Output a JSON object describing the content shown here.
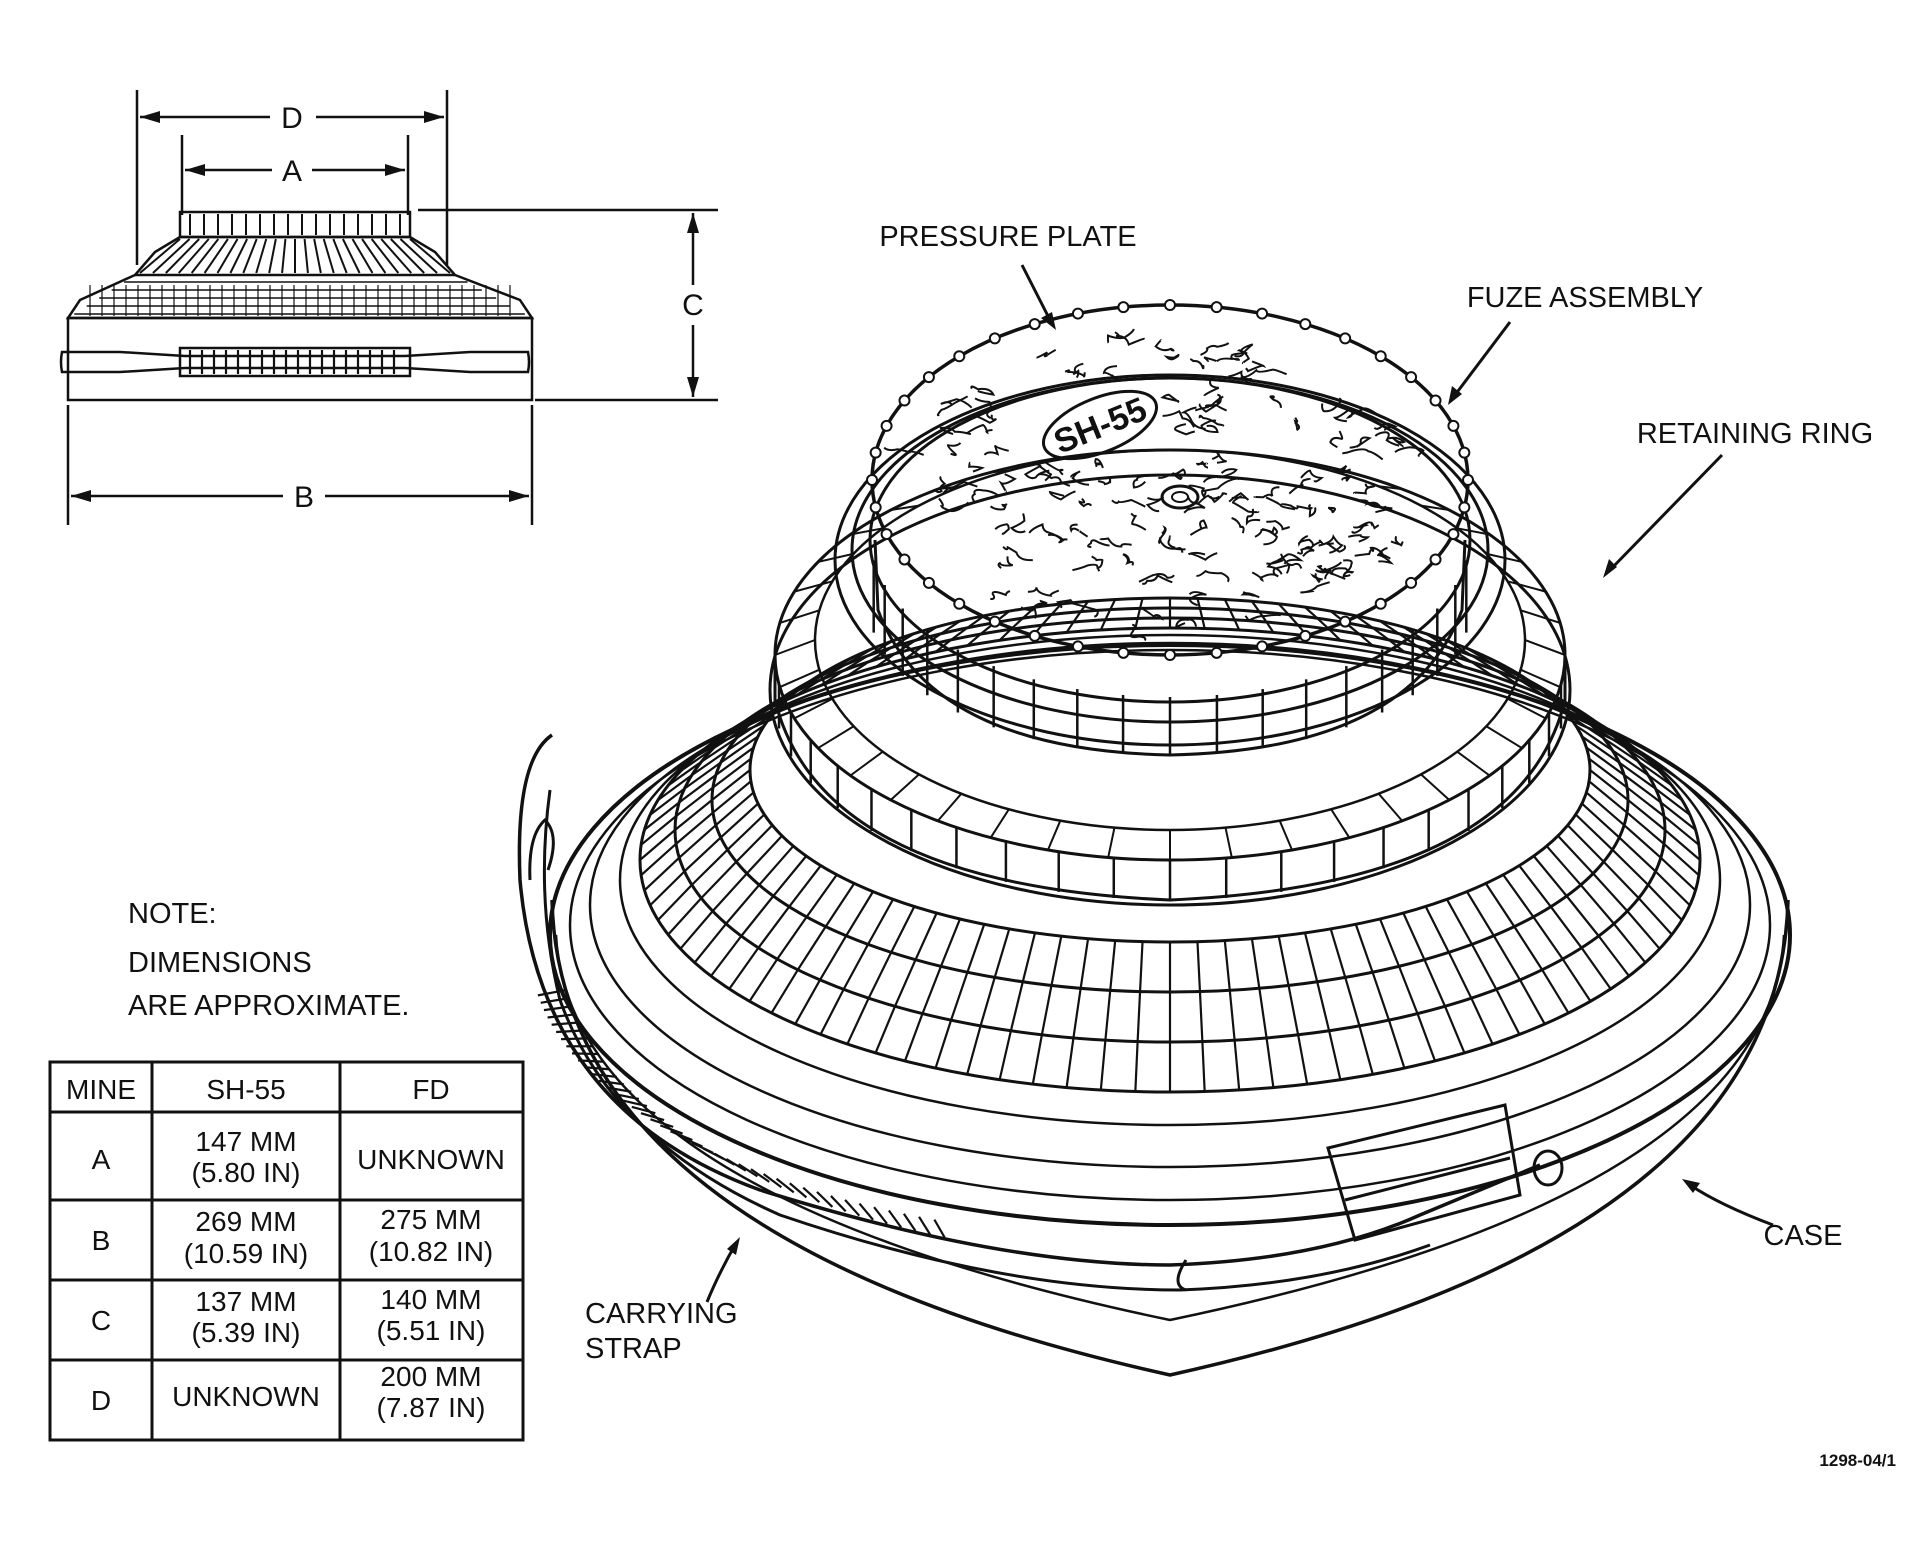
{
  "dimension_letters": {
    "A": "A",
    "B": "B",
    "C": "C",
    "D": "D"
  },
  "callouts": {
    "pressure_plate": "PRESSURE PLATE",
    "fuze_assembly": "FUZE ASSEMBLY",
    "retaining_ring": "RETAINING RING",
    "case": "CASE",
    "carrying_strap_line1": "CARRYING",
    "carrying_strap_line2": "STRAP"
  },
  "plate_marking": "SH-55",
  "note": {
    "heading": "NOTE:",
    "line1": "DIMENSIONS",
    "line2": "ARE APPROXIMATE."
  },
  "table": {
    "headers": [
      "MINE",
      "SH-55",
      "FD"
    ],
    "rows": [
      {
        "mine": "A",
        "sh55": [
          "147 MM",
          "(5.80 IN)"
        ],
        "fd": [
          "UNKNOWN"
        ]
      },
      {
        "mine": "B",
        "sh55": [
          "269 MM",
          "(10.59 IN)"
        ],
        "fd": [
          "275 MM",
          "(10.82 IN)"
        ]
      },
      {
        "mine": "C",
        "sh55": [
          "137 MM",
          "(5.39 IN)"
        ],
        "fd": [
          "140 MM",
          "(5.51 IN)"
        ]
      },
      {
        "mine": "D",
        "sh55": [
          "UNKNOWN"
        ],
        "fd": [
          "200 MM",
          "(7.87 IN)"
        ]
      }
    ]
  },
  "figure_code": "1298-04/1"
}
